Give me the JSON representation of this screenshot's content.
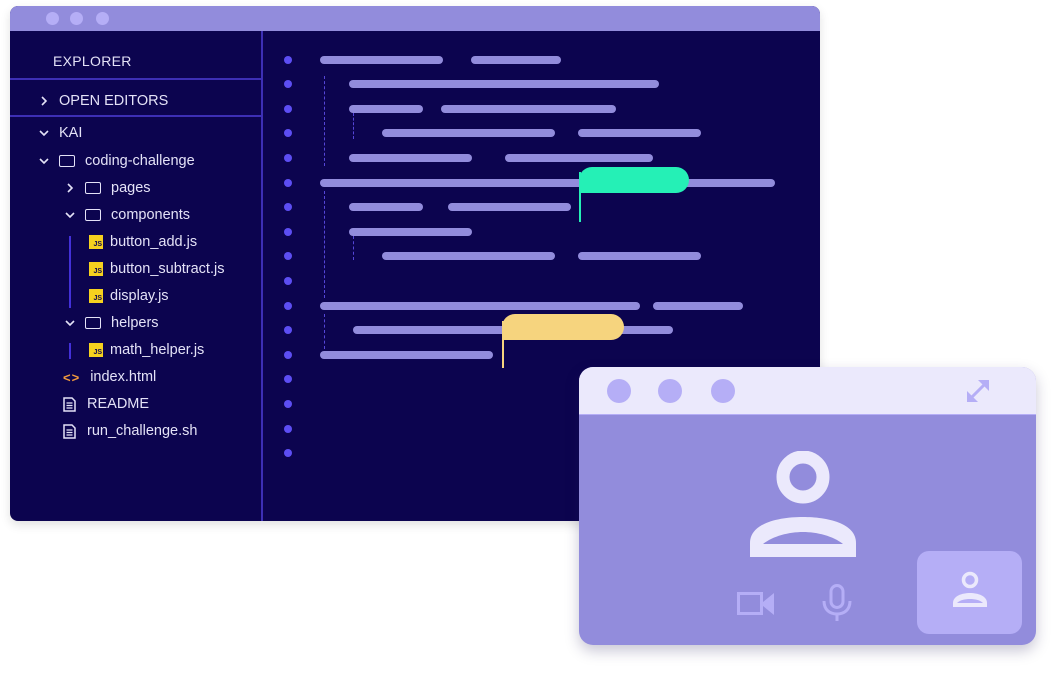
{
  "ide": {
    "window_controls": [
      "close",
      "minimize",
      "maximize"
    ],
    "sidebar": {
      "header": "EXPLORER",
      "sections": [
        {
          "label": "OPEN EDITORS",
          "expanded": false
        },
        {
          "label": "KAI",
          "expanded": true
        }
      ],
      "tree": [
        {
          "label": "coding-challenge",
          "type": "folder",
          "expanded": true,
          "depth": 0
        },
        {
          "label": "pages",
          "type": "folder",
          "expanded": false,
          "depth": 1
        },
        {
          "label": "components",
          "type": "folder",
          "expanded": true,
          "depth": 1
        },
        {
          "label": "button_add.js",
          "type": "js",
          "depth": 2
        },
        {
          "label": "button_subtract.js",
          "type": "js",
          "depth": 2
        },
        {
          "label": "display.js",
          "type": "js",
          "depth": 2
        },
        {
          "label": "helpers",
          "type": "folder",
          "expanded": true,
          "depth": 1
        },
        {
          "label": "math_helper.js",
          "type": "js",
          "depth": 2
        },
        {
          "label": "index.html",
          "type": "html",
          "depth": 0
        },
        {
          "label": "README",
          "type": "doc",
          "depth": 0
        },
        {
          "label": "run_challenge.sh",
          "type": "doc",
          "depth": 0
        }
      ],
      "js_badge": "JS",
      "html_glyph": "<>"
    },
    "editor": {
      "line_count": 17,
      "cursor_flags": [
        {
          "name": "collaborator-cursor-green",
          "color": "#25f0b6"
        },
        {
          "name": "collaborator-cursor-yellow",
          "color": "#f6d47e"
        }
      ]
    }
  },
  "video_call": {
    "window_controls": [
      "close",
      "minimize",
      "maximize"
    ],
    "expand_icon": "expand-icon",
    "controls": [
      "camera-icon",
      "microphone-icon"
    ],
    "self_view": "user-icon"
  },
  "colors": {
    "ide_bg": "#0c044f",
    "titlebar": "#928cdc",
    "accent": "#5d4ef3",
    "code_bar": "#928cdc",
    "video_bg": "#928cdc",
    "video_titlebar": "#ebe9fc",
    "light_purple": "#b5aef6"
  }
}
